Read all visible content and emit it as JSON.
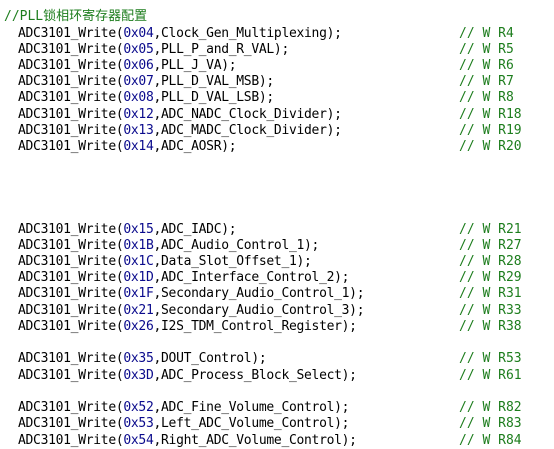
{
  "colors": {
    "text": "#000000",
    "number": "#0a0a8c",
    "comment": "#1d7d1d",
    "background": "#ffffff"
  },
  "header_comment": "//PLL锁相环寄存器配置",
  "lines": [
    {
      "func": "ADC3101_Write(",
      "addr": "0x04",
      "arg": ",Clock_Gen_Multiplexing);",
      "comment": "// W R4"
    },
    {
      "func": "ADC3101_Write(",
      "addr": "0x05",
      "arg": ",PLL_P_and_R_VAL);",
      "comment": "// W R5"
    },
    {
      "func": "ADC3101_Write(",
      "addr": "0x06",
      "arg": ",PLL_J_VA);",
      "comment": "// W R6"
    },
    {
      "func": "ADC3101_Write(",
      "addr": "0x07",
      "arg": ",PLL_D_VAL_MSB);",
      "comment": "// W R7"
    },
    {
      "func": "ADC3101_Write(",
      "addr": "0x08",
      "arg": ",PLL_D_VAL_LSB);",
      "comment": "// W R8"
    },
    {
      "func": "ADC3101_Write(",
      "addr": "0x12",
      "arg": ",ADC_NADC_Clock_Divider);",
      "comment": "// W R18"
    },
    {
      "func": "ADC3101_Write(",
      "addr": "0x13",
      "arg": ",ADC_MADC_Clock_Divider);",
      "comment": "// W R19"
    },
    {
      "func": "ADC3101_Write(",
      "addr": "0x14",
      "arg": ",ADC_AOSR);",
      "comment": "// W R20"
    },
    {
      "func": "ADC3101_Write(",
      "addr": "0x15",
      "arg": ",ADC_IADC);",
      "comment": "// W R21"
    },
    {
      "func": "ADC3101_Write(",
      "addr": "0x1B",
      "arg": ",ADC_Audio_Control_1);",
      "comment": "// W R27"
    },
    {
      "func": "ADC3101_Write(",
      "addr": "0x1C",
      "arg": ",Data_Slot_Offset_1);",
      "comment": "// W R28"
    },
    {
      "func": "ADC3101_Write(",
      "addr": "0x1D",
      "arg": ",ADC_Interface_Control_2);",
      "comment": "// W R29"
    },
    {
      "func": "ADC3101_Write(",
      "addr": "0x1F",
      "arg": ",Secondary_Audio_Control_1);",
      "comment": "// W R31"
    },
    {
      "func": "ADC3101_Write(",
      "addr": "0x21",
      "arg": ",Secondary_Audio_Control_3);",
      "comment": "// W R33"
    },
    {
      "func": "ADC3101_Write(",
      "addr": "0x26",
      "arg": ",I2S_TDM_Control_Register);",
      "comment": "// W R38"
    },
    {
      "func": "ADC3101_Write(",
      "addr": "0x35",
      "arg": ",DOUT_Control);",
      "comment": "// W R53"
    },
    {
      "func": "ADC3101_Write(",
      "addr": "0x3D",
      "arg": ",ADC_Process_Block_Select);",
      "comment": "// W R61"
    },
    {
      "func": "ADC3101_Write(",
      "addr": "0x52",
      "arg": ",ADC_Fine_Volume_Control);",
      "comment": "// W R82"
    },
    {
      "func": "ADC3101_Write(",
      "addr": "0x53",
      "arg": ",Left_ADC_Volume_Control);",
      "comment": "// W R83"
    },
    {
      "func": "ADC3101_Write(",
      "addr": "0x54",
      "arg": ",Right_ADC_Volume_Control);",
      "comment": "// W R84"
    }
  ]
}
